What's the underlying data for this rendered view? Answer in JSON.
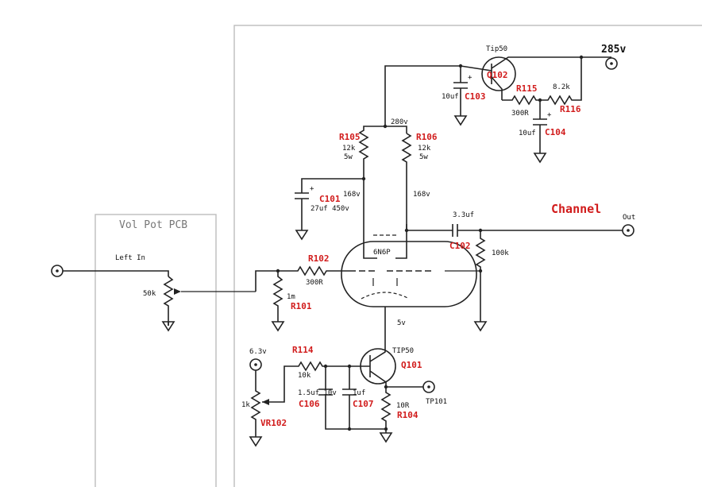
{
  "pcb_box_title": "Vol Pot PCB",
  "section_title": "Channel",
  "labels": {
    "left_in": "Left In",
    "pot_50k": "50k",
    "r101_val": "1m",
    "r102_val": "300R",
    "tube": "6N6P",
    "c102_val": "3.3uf",
    "r100k_val": "100k",
    "out": "Out",
    "v168_left": "168v",
    "v168_right": "168v",
    "v280": "280v",
    "r105_val1": "12k",
    "r105_val2": "5w",
    "r106_val1": "12k",
    "r106_val2": "5w",
    "c101_val": "27uf 450v",
    "q102_type": "Tip50",
    "v285": "285v",
    "c103_val": "10uf",
    "r115_val": "300R",
    "r116_val": "8.2k",
    "c104_val": "10uf",
    "v5": "5v",
    "q101_type": "TIP50",
    "v63": "6.3v",
    "vr102_val": "1k",
    "r114_val": "10k",
    "c106_val": "1.5uf 10v",
    "c107_val": "1uf",
    "r104_val": "10R",
    "tp101": "TP101"
  },
  "refs": {
    "r101": "R101",
    "r102": "R102",
    "c102": "C102",
    "r105": "R105",
    "r106": "R106",
    "c101": "C101",
    "q102": "Q102",
    "r115": "R115",
    "r116": "R116",
    "c103": "C103",
    "c104": "C104",
    "r114": "R114",
    "q101": "Q101",
    "c106": "C106",
    "c107": "C107",
    "r104": "R104",
    "vr102": "VR102"
  },
  "colors": {
    "ref_red": "#d11b1b",
    "wire": "#222222",
    "frame_gray": "#bdbdbd"
  }
}
